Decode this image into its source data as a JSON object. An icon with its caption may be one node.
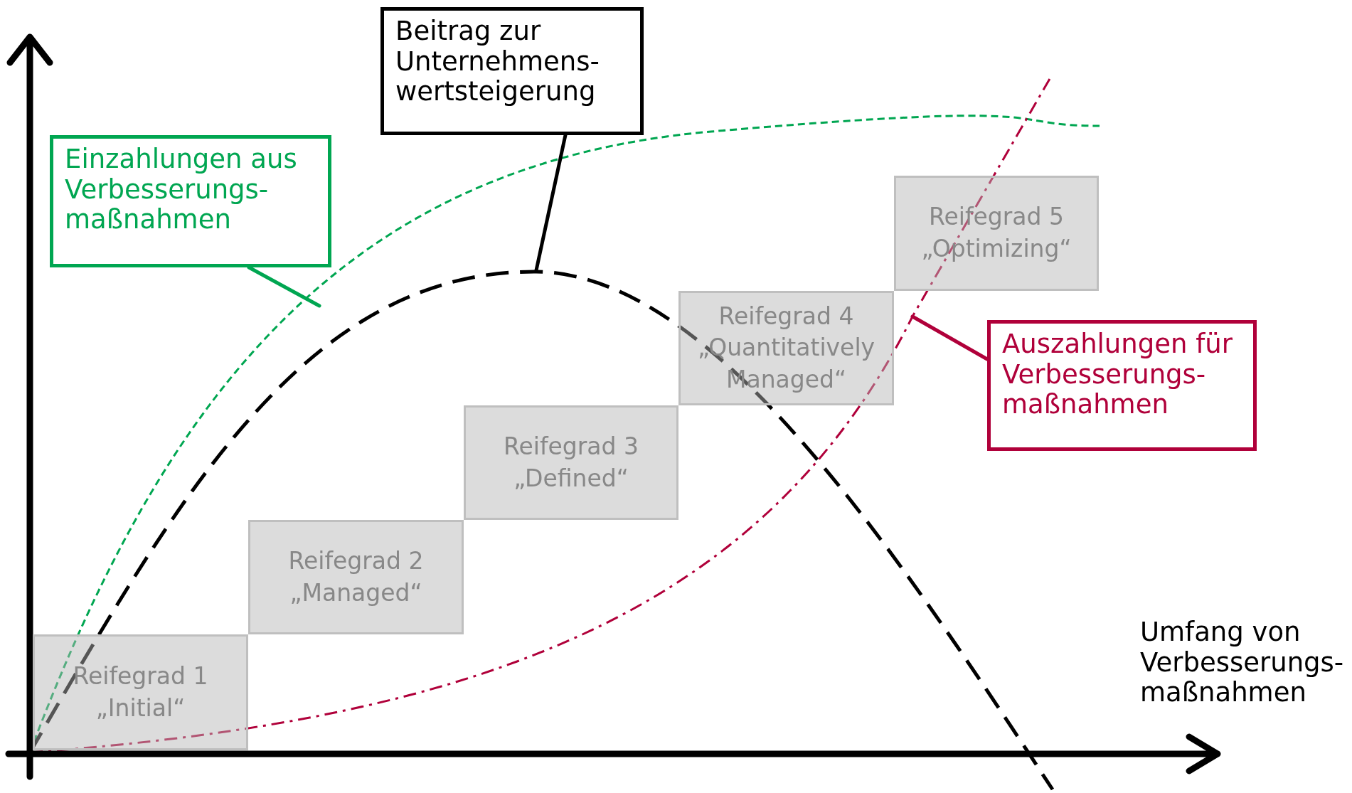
{
  "diagram": {
    "nodes": [
      {
        "text": [
          "Einzahlungen aus Verbesserungs- maßnahmen"
        ]
      },
      {
        "text": [
          "Beitrag zur Unternehmens- wertsteigerung"
        ]
      },
      {
        "text": [
          "Auszahlungen für Verbesserungs- maßnahmen"
        ]
      },
      {
        "text": [
          "Reifegrad 1",
          "„Initial“"
        ]
      },
      {
        "text": [
          "Reifegrad 2",
          "„Managed“"
        ]
      },
      {
        "text": [
          "Reifegrad 3",
          "„Defined“"
        ]
      },
      {
        "text": [
          "Reifegrad 4",
          "„Quantitatively Managed“"
        ]
      },
      {
        "text": [
          "Reifegrad 5",
          "„Optimizing“"
        ]
      }
    ],
    "edges": [
      {
        "from": 0,
        "to": null,
        "arrow": "none",
        "color": "#00a651"
      },
      {
        "from": 1,
        "to": null,
        "arrow": "none",
        "color": "#000000"
      },
      {
        "from": 2,
        "to": null,
        "arrow": "none",
        "color": "#b0003a"
      }
    ],
    "labels": [
      "Umfang von Verbesserungs- maßnahmen"
    ]
  }
}
